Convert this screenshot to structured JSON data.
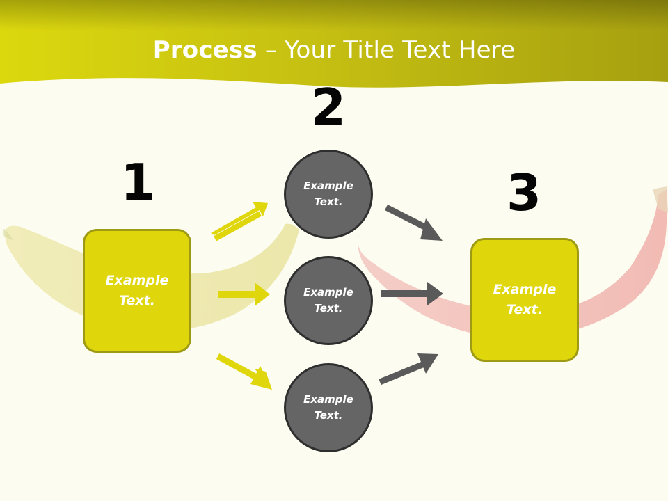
{
  "slide": {
    "title_bold": "Process",
    "title_rest": " – Your Title Text Here",
    "step_numbers": [
      "1",
      "2",
      "3"
    ],
    "box_left_text": "Example\nText.",
    "box_right_text": "Example\nText.",
    "circles": [
      "Example\nText.",
      "Example\nText.",
      "Example\nText."
    ]
  },
  "colors": {
    "header": "#c2bc10",
    "box_fill": "#dfd60c",
    "circle_fill": "#656565",
    "arrow_yellow": "#dfd60c",
    "arrow_gray": "#5a5a5a"
  }
}
